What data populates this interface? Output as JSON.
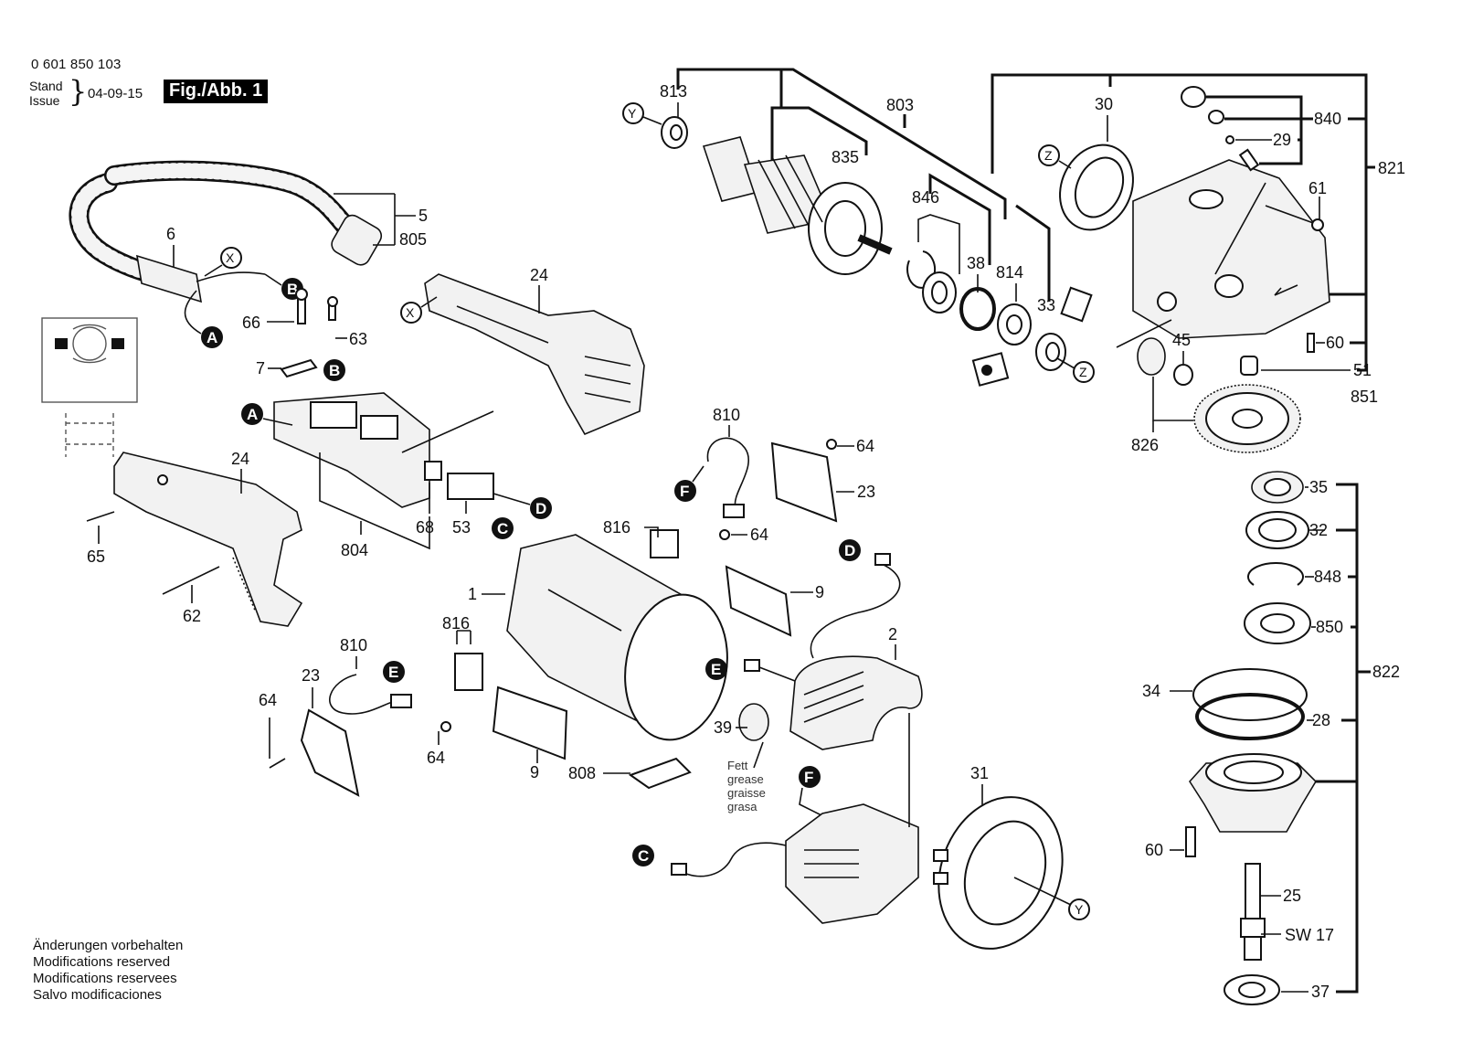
{
  "header": {
    "part_number": "0 601 850 103",
    "stand_label": "Stand",
    "issue_label": "Issue",
    "date": "04-09-15",
    "figure_tag": "Fig./Abb. 1"
  },
  "disclaimer": [
    "Änderungen vorbehalten",
    "Modifications reserved",
    "Modifications reservees",
    "Salvo modificaciones"
  ],
  "grease_note": [
    "Fett",
    "grease",
    "graisse",
    "grasa"
  ],
  "thread_note": "SW 17",
  "connectors": {
    "A": "A",
    "B": "B",
    "C": "C",
    "D": "D",
    "E": "E",
    "F": "F",
    "X": "X",
    "Y": "Y",
    "Z": "Z"
  },
  "parts": {
    "p1": "1",
    "p2": "2",
    "p5": "5",
    "p6": "6",
    "p7": "7",
    "p9a": "9",
    "p9b": "9",
    "p23a": "23",
    "p23b": "23",
    "p24a": "24",
    "p24b": "24",
    "p25": "25",
    "p28": "28",
    "p29": "29",
    "p30": "30",
    "p31": "31",
    "p32": "32",
    "p33": "33",
    "p34": "34",
    "p35": "35",
    "p37": "37",
    "p38": "38",
    "p39": "39",
    "p45": "45",
    "p51": "51",
    "p53": "53",
    "p60a": "60",
    "p60b": "60",
    "p61": "61",
    "p62": "62",
    "p63": "63",
    "p64a": "64",
    "p64b": "64",
    "p64c": "64",
    "p64d": "64",
    "p65": "65",
    "p66": "66",
    "p68": "68",
    "p803": "803",
    "p804": "804",
    "p805": "805",
    "p808": "808",
    "p810a": "810",
    "p810b": "810",
    "p813": "813",
    "p814": "814",
    "p816a": "816",
    "p816b": "816",
    "p821": "821",
    "p822": "822",
    "p826": "826",
    "p835": "835",
    "p840": "840",
    "p846": "846",
    "p848": "848",
    "p850": "850",
    "p851": "851"
  }
}
